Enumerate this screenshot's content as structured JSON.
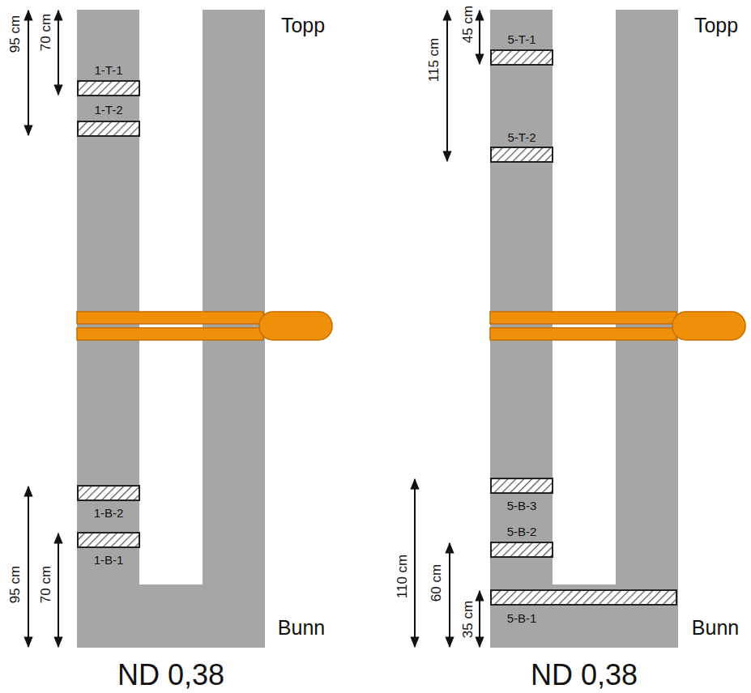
{
  "diagram": {
    "labels": [
      "Topp",
      "95 cm",
      "70 cm",
      "1-T-1",
      "1-T-2",
      "1-B-2",
      "1-B-1",
      "95 cm",
      "70 cm",
      "Bunn",
      "ND 0,38",
      "Topp",
      "45 cm",
      "115 cm",
      "5-T-1",
      "5-T-2",
      "5-B-3",
      "5-B-2",
      "5-B-1",
      "110 cm",
      "60 cm",
      "35 cm",
      "Bunn",
      "ND 0,38"
    ]
  }
}
